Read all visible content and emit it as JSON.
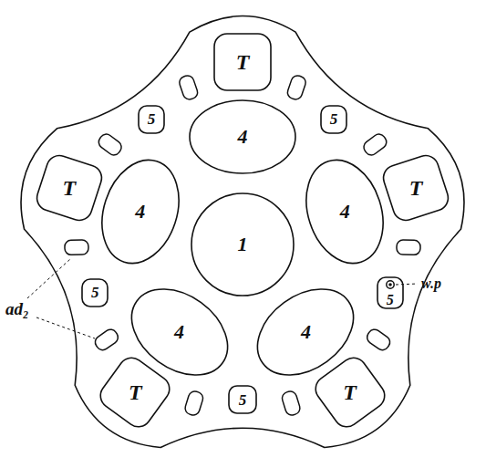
{
  "diagram": {
    "nodes": [
      {
        "text": [
          "T"
        ]
      },
      {
        "text": [
          "5"
        ]
      },
      {
        "text": [
          "5"
        ]
      },
      {
        "text": [
          "4"
        ]
      },
      {
        "text": [
          "T"
        ]
      },
      {
        "text": [
          "T"
        ]
      },
      {
        "text": [
          "4"
        ]
      },
      {
        "text": [
          "1"
        ]
      },
      {
        "text": [
          "4"
        ]
      },
      {
        "text": [
          "5"
        ]
      },
      {
        "text": [
          "5"
        ]
      },
      {
        "text": [
          "4"
        ]
      },
      {
        "text": [
          "4"
        ]
      },
      {
        "text": [
          "T"
        ]
      },
      {
        "text": [
          "T"
        ]
      },
      {
        "text": [
          "5"
        ]
      }
    ],
    "labels": [
      "ad₂",
      "w.p"
    ]
  }
}
